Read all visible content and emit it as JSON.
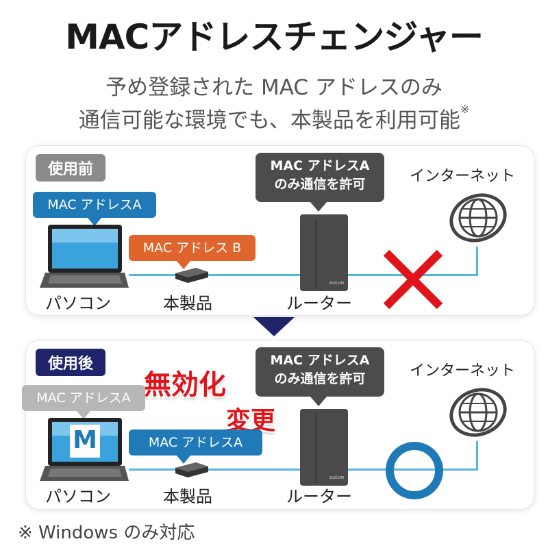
{
  "title": "MACアドレスチェンジャー",
  "subtitle": {
    "line1": "予め登録された MAC アドレスのみ",
    "line2": "通信可能な環境でも、本製品を利用可能",
    "mark": "※"
  },
  "before": {
    "tag": "使用前",
    "pc_mac": "MAC アドレスA",
    "device_mac": "MAC アドレス B",
    "router_note": {
      "line1": "MAC アドレスA",
      "line2": "のみ通信を許可"
    },
    "labels": {
      "pc": "パソコン",
      "device": "本製品",
      "router": "ルーター",
      "internet": "インターネット"
    },
    "result_icon": "cross-icon"
  },
  "after": {
    "tag": "使用後",
    "pc_mac": "MAC アドレスA",
    "disabled_stamp": "無効化",
    "changed_stamp": "変更",
    "device_mac": "MAC アドレスA",
    "router_note": {
      "line1": "MAC アドレスA",
      "line2": "のみ通信を許可"
    },
    "labels": {
      "pc": "パソコン",
      "device": "本製品",
      "router": "ルーター",
      "internet": "インターネット"
    },
    "screen_logo": "M",
    "result_icon": "circle-ok-icon"
  },
  "footnote": "※ Windows のみ対応",
  "colors": {
    "accent_blue": "#1f7ab7",
    "orange": "#e0652d",
    "navy": "#20256b",
    "red": "#e0141b",
    "line": "#52b8dc"
  }
}
